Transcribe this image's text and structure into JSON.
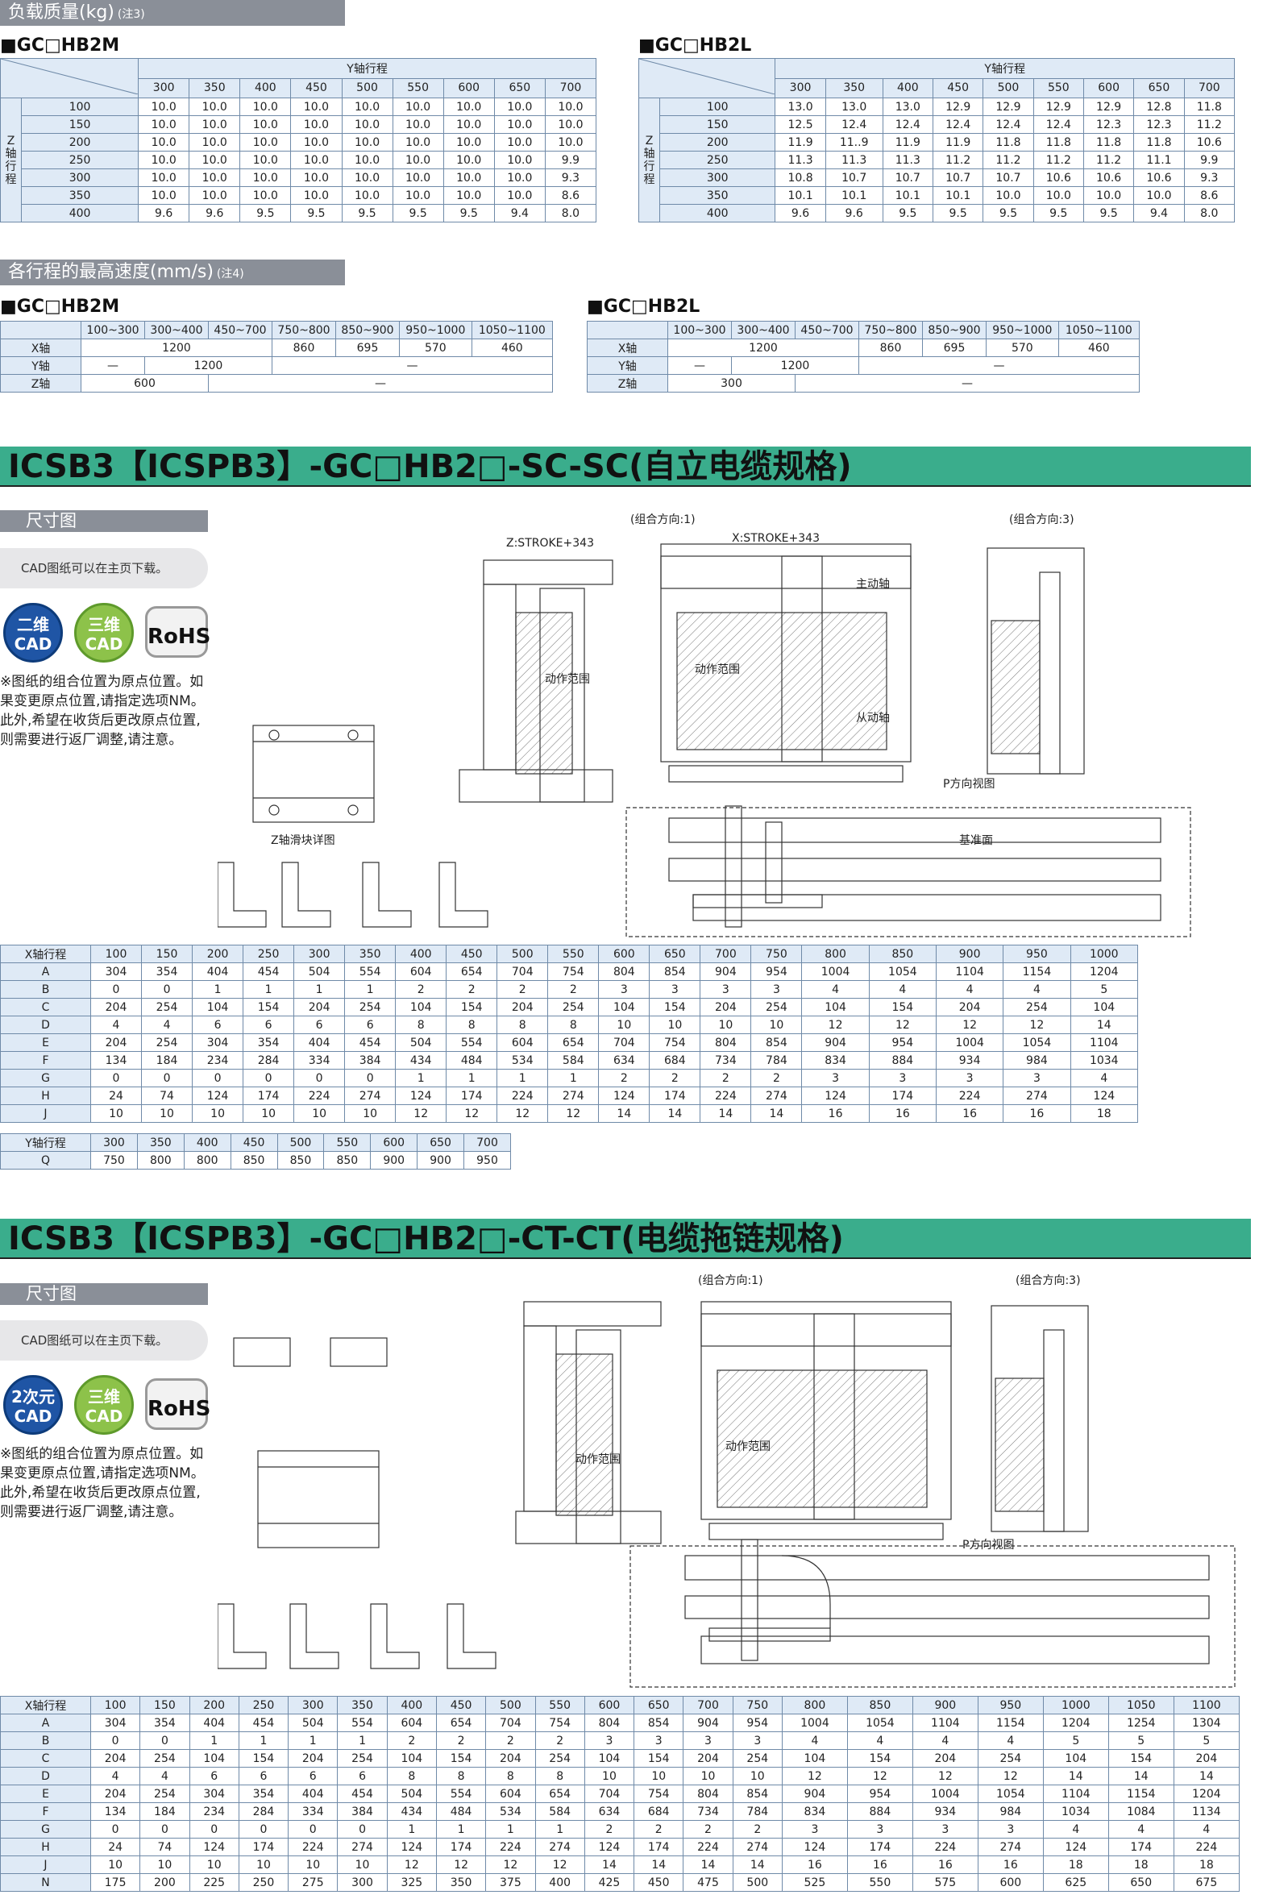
{
  "load_section": {
    "title": "负载质量(kg)",
    "note": "(注3)"
  },
  "load_m": {
    "name": "■GC□HB2M",
    "y_label": "Y轴行程",
    "z_label": "Z轴行程",
    "cols": [
      "300",
      "350",
      "400",
      "450",
      "500",
      "550",
      "600",
      "650",
      "700"
    ],
    "rows": [
      {
        "k": "100",
        "v": [
          "10.0",
          "10.0",
          "10.0",
          "10.0",
          "10.0",
          "10.0",
          "10.0",
          "10.0",
          "10.0"
        ]
      },
      {
        "k": "150",
        "v": [
          "10.0",
          "10.0",
          "10.0",
          "10.0",
          "10.0",
          "10.0",
          "10.0",
          "10.0",
          "10.0"
        ]
      },
      {
        "k": "200",
        "v": [
          "10.0",
          "10.0",
          "10.0",
          "10.0",
          "10.0",
          "10.0",
          "10.0",
          "10.0",
          "10.0"
        ]
      },
      {
        "k": "250",
        "v": [
          "10.0",
          "10.0",
          "10.0",
          "10.0",
          "10.0",
          "10.0",
          "10.0",
          "10.0",
          "9.9"
        ]
      },
      {
        "k": "300",
        "v": [
          "10.0",
          "10.0",
          "10.0",
          "10.0",
          "10.0",
          "10.0",
          "10.0",
          "10.0",
          "9.3"
        ]
      },
      {
        "k": "350",
        "v": [
          "10.0",
          "10.0",
          "10.0",
          "10.0",
          "10.0",
          "10.0",
          "10.0",
          "10.0",
          "8.6"
        ]
      },
      {
        "k": "400",
        "v": [
          "9.6",
          "9.6",
          "9.5",
          "9.5",
          "9.5",
          "9.5",
          "9.5",
          "9.4",
          "8.0"
        ]
      }
    ]
  },
  "load_l": {
    "name": "■GC□HB2L",
    "y_label": "Y轴行程",
    "z_label": "Z轴行程",
    "cols": [
      "300",
      "350",
      "400",
      "450",
      "500",
      "550",
      "600",
      "650",
      "700"
    ],
    "rows": [
      {
        "k": "100",
        "v": [
          "13.0",
          "13.0",
          "13.0",
          "12.9",
          "12.9",
          "12.9",
          "12.9",
          "12.8",
          "11.8"
        ]
      },
      {
        "k": "150",
        "v": [
          "12.5",
          "12.4",
          "12.4",
          "12.4",
          "12.4",
          "12.4",
          "12.3",
          "12.3",
          "11.2"
        ]
      },
      {
        "k": "200",
        "v": [
          "11.9",
          "11..9",
          "11.9",
          "11.9",
          "11.8",
          "11.8",
          "11.8",
          "11.8",
          "10.6"
        ]
      },
      {
        "k": "250",
        "v": [
          "11.3",
          "11.3",
          "11.3",
          "11.2",
          "11.2",
          "11.2",
          "11.2",
          "11.1",
          "9.9"
        ]
      },
      {
        "k": "300",
        "v": [
          "10.8",
          "10.7",
          "10.7",
          "10.7",
          "10.7",
          "10.6",
          "10.6",
          "10.6",
          "9.3"
        ]
      },
      {
        "k": "350",
        "v": [
          "10.1",
          "10.1",
          "10.1",
          "10.1",
          "10.0",
          "10.0",
          "10.0",
          "10.0",
          "8.6"
        ]
      },
      {
        "k": "400",
        "v": [
          "9.6",
          "9.6",
          "9.5",
          "9.5",
          "9.5",
          "9.5",
          "9.5",
          "9.4",
          "8.0"
        ]
      }
    ]
  },
  "speed_section": {
    "title": "各行程的最高速度(mm/s)",
    "note": "(注4)"
  },
  "speed_m": {
    "name": "■GC□HB2M",
    "cols": [
      "100~300",
      "300~400",
      "450~700",
      "750~800",
      "850~900",
      "950~1000",
      "1050~1100"
    ],
    "x_label": "X轴",
    "x1": "1200",
    "x2": "860",
    "x3": "695",
    "x4": "570",
    "x5": "460",
    "y_label": "Y轴",
    "y1": "—",
    "y2": "1200",
    "y3": "—",
    "z_label": "Z轴",
    "z1": "600",
    "z2": "—"
  },
  "speed_l": {
    "name": "■GC□HB2L",
    "cols": [
      "100~300",
      "300~400",
      "450~700",
      "750~800",
      "850~900",
      "950~1000",
      "1050~1100"
    ],
    "x_label": "X轴",
    "x1": "1200",
    "x2": "860",
    "x3": "695",
    "x4": "570",
    "x5": "460",
    "y_label": "Y轴",
    "y1": "—",
    "y2": "1200",
    "y3": "—",
    "z_label": "Z轴",
    "z1": "300",
    "z2": "—"
  },
  "sc": {
    "title": "ICSB3【ICSPB3】-GC□HB2□-SC-SC(自立电缆规格)",
    "dim_label": "尺寸图",
    "cad_text": "CAD图纸可以在主页下载。",
    "badge1_a": "二维",
    "badge1_b": "CAD",
    "badge2_a": "三维",
    "badge2_b": "CAD",
    "badge3": "RoHS",
    "note": "※图纸的组合位置为原点位置。如果变更原点位置,请指定选项NM。此外,希望在收货后更改原点位置,则需要进行返厂调整,请注意。",
    "combo1": "(组合方向:1)",
    "combo3": "(组合方向:3)",
    "lbl_zstroke": "Z:STROKE+343",
    "lbl_xstroke": "X:STROKE+343",
    "lbl_motion": "动作范围",
    "lbl_zslider": "Z轴滑块详图",
    "lbl_pview": "P方向视图",
    "lbl_slave": "从动轴",
    "lbl_master": "主动轴",
    "lbl_base": "基准面",
    "x_table": {
      "head": [
        "X轴行程",
        "100",
        "150",
        "200",
        "250",
        "300",
        "350",
        "400",
        "450",
        "500",
        "550",
        "600",
        "650",
        "700",
        "750",
        "800",
        "850",
        "900",
        "950",
        "1000"
      ],
      "rows": [
        [
          "A",
          "304",
          "354",
          "404",
          "454",
          "504",
          "554",
          "604",
          "654",
          "704",
          "754",
          "804",
          "854",
          "904",
          "954",
          "1004",
          "1054",
          "1104",
          "1154",
          "1204"
        ],
        [
          "B",
          "0",
          "0",
          "1",
          "1",
          "1",
          "1",
          "2",
          "2",
          "2",
          "2",
          "3",
          "3",
          "3",
          "3",
          "4",
          "4",
          "4",
          "4",
          "5"
        ],
        [
          "C",
          "204",
          "254",
          "104",
          "154",
          "204",
          "254",
          "104",
          "154",
          "204",
          "254",
          "104",
          "154",
          "204",
          "254",
          "104",
          "154",
          "204",
          "254",
          "104"
        ],
        [
          "D",
          "4",
          "4",
          "6",
          "6",
          "6",
          "6",
          "8",
          "8",
          "8",
          "8",
          "10",
          "10",
          "10",
          "10",
          "12",
          "12",
          "12",
          "12",
          "14"
        ],
        [
          "E",
          "204",
          "254",
          "304",
          "354",
          "404",
          "454",
          "504",
          "554",
          "604",
          "654",
          "704",
          "754",
          "804",
          "854",
          "904",
          "954",
          "1004",
          "1054",
          "1104"
        ],
        [
          "F",
          "134",
          "184",
          "234",
          "284",
          "334",
          "384",
          "434",
          "484",
          "534",
          "584",
          "634",
          "684",
          "734",
          "784",
          "834",
          "884",
          "934",
          "984",
          "1034"
        ],
        [
          "G",
          "0",
          "0",
          "0",
          "0",
          "0",
          "0",
          "1",
          "1",
          "1",
          "1",
          "2",
          "2",
          "2",
          "2",
          "3",
          "3",
          "3",
          "3",
          "4"
        ],
        [
          "H",
          "24",
          "74",
          "124",
          "174",
          "224",
          "274",
          "124",
          "174",
          "224",
          "274",
          "124",
          "174",
          "224",
          "274",
          "124",
          "174",
          "224",
          "274",
          "124"
        ],
        [
          "J",
          "10",
          "10",
          "10",
          "10",
          "10",
          "10",
          "12",
          "12",
          "12",
          "12",
          "14",
          "14",
          "14",
          "14",
          "16",
          "16",
          "16",
          "16",
          "18"
        ]
      ]
    },
    "y_table": {
      "head": [
        "Y轴行程",
        "300",
        "350",
        "400",
        "450",
        "500",
        "550",
        "600",
        "650",
        "700"
      ],
      "rows": [
        [
          "Q",
          "750",
          "800",
          "800",
          "850",
          "850",
          "850",
          "900",
          "900",
          "950"
        ]
      ]
    }
  },
  "ct": {
    "title": "ICSB3【ICSPB3】-GC□HB2□-CT-CT(电缆拖链规格)",
    "dim_label": "尺寸图",
    "cad_text": "CAD图纸可以在主页下载。",
    "badge1_a": "2次元",
    "badge1_b": "CAD",
    "badge2_a": "三维",
    "badge2_b": "CAD",
    "badge3": "RoHS",
    "note": "※图纸的组合位置为原点位置。如果变更原点位置,请指定选项NM。此外,希望在收货后更改原点位置,则需要进行返厂调整,请注意。",
    "combo1": "(组合方向:1)",
    "combo3": "(组合方向:3)",
    "lbl_motion": "动作范围",
    "lbl_pview": "P方向视图",
    "x_table": {
      "head": [
        "X轴行程",
        "100",
        "150",
        "200",
        "250",
        "300",
        "350",
        "400",
        "450",
        "500",
        "550",
        "600",
        "650",
        "700",
        "750",
        "800",
        "850",
        "900",
        "950",
        "1000",
        "1050",
        "1100"
      ],
      "rows": [
        [
          "A",
          "304",
          "354",
          "404",
          "454",
          "504",
          "554",
          "604",
          "654",
          "704",
          "754",
          "804",
          "854",
          "904",
          "954",
          "1004",
          "1054",
          "1104",
          "1154",
          "1204",
          "1254",
          "1304"
        ],
        [
          "B",
          "0",
          "0",
          "1",
          "1",
          "1",
          "1",
          "2",
          "2",
          "2",
          "2",
          "3",
          "3",
          "3",
          "3",
          "4",
          "4",
          "4",
          "4",
          "5",
          "5",
          "5"
        ],
        [
          "C",
          "204",
          "254",
          "104",
          "154",
          "204",
          "254",
          "104",
          "154",
          "204",
          "254",
          "104",
          "154",
          "204",
          "254",
          "104",
          "154",
          "204",
          "254",
          "104",
          "154",
          "204"
        ],
        [
          "D",
          "4",
          "4",
          "6",
          "6",
          "6",
          "6",
          "8",
          "8",
          "8",
          "8",
          "10",
          "10",
          "10",
          "10",
          "12",
          "12",
          "12",
          "12",
          "14",
          "14",
          "14"
        ],
        [
          "E",
          "204",
          "254",
          "304",
          "354",
          "404",
          "454",
          "504",
          "554",
          "604",
          "654",
          "704",
          "754",
          "804",
          "854",
          "904",
          "954",
          "1004",
          "1054",
          "1104",
          "1154",
          "1204"
        ],
        [
          "F",
          "134",
          "184",
          "234",
          "284",
          "334",
          "384",
          "434",
          "484",
          "534",
          "584",
          "634",
          "684",
          "734",
          "784",
          "834",
          "884",
          "934",
          "984",
          "1034",
          "1084",
          "1134"
        ],
        [
          "G",
          "0",
          "0",
          "0",
          "0",
          "0",
          "0",
          "1",
          "1",
          "1",
          "1",
          "2",
          "2",
          "2",
          "2",
          "3",
          "3",
          "3",
          "3",
          "4",
          "4",
          "4"
        ],
        [
          "H",
          "24",
          "74",
          "124",
          "174",
          "224",
          "274",
          "124",
          "174",
          "224",
          "274",
          "124",
          "174",
          "224",
          "274",
          "124",
          "174",
          "224",
          "274",
          "124",
          "174",
          "224"
        ],
        [
          "J",
          "10",
          "10",
          "10",
          "10",
          "10",
          "10",
          "12",
          "12",
          "12",
          "12",
          "14",
          "14",
          "14",
          "14",
          "16",
          "16",
          "16",
          "16",
          "18",
          "18",
          "18"
        ],
        [
          "N",
          "175",
          "200",
          "225",
          "250",
          "275",
          "300",
          "325",
          "350",
          "375",
          "400",
          "425",
          "450",
          "475",
          "500",
          "525",
          "550",
          "575",
          "600",
          "625",
          "650",
          "675"
        ]
      ]
    }
  }
}
